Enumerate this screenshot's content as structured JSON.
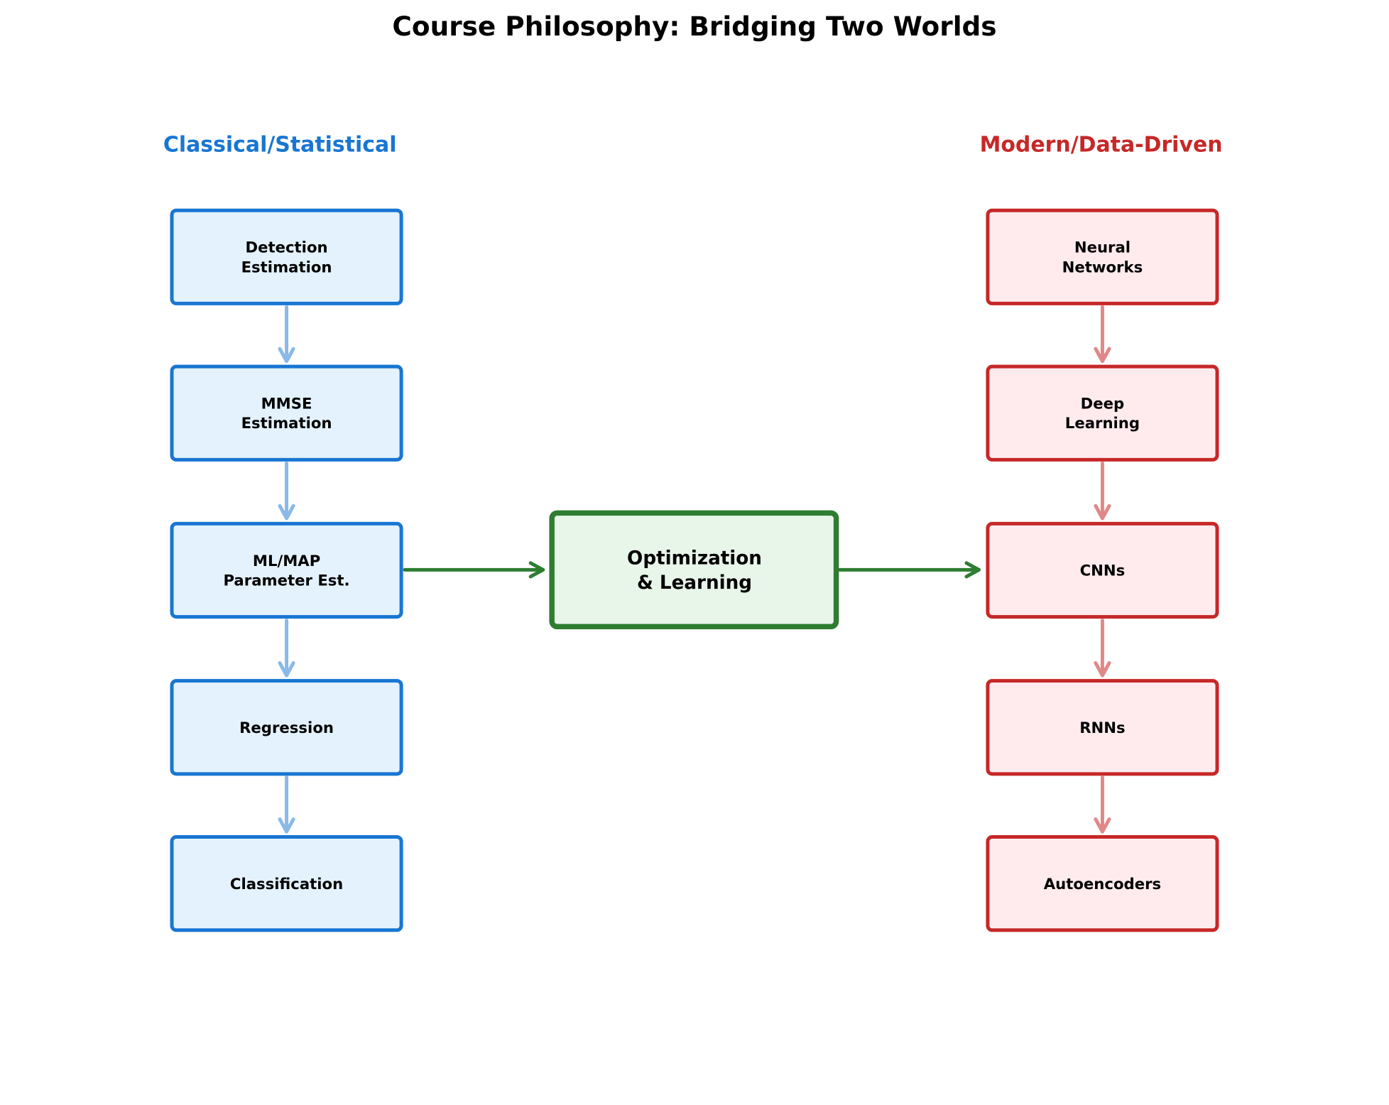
{
  "title": "Course Philosophy: Bridging Two Worlds",
  "colors": {
    "classical_stroke": "#1976D2",
    "classical_fill": "#E3F2FD",
    "classical_arrow": "#8AB9E9",
    "modern_stroke": "#C62828",
    "modern_fill": "#FFEBEE",
    "modern_arrow": "#E08888",
    "center_stroke": "#2E7D32",
    "center_fill": "#E8F5E9"
  },
  "classical": {
    "heading": "Classical/Statistical",
    "items": [
      [
        "Detection",
        "Estimation"
      ],
      [
        "MMSE",
        "Estimation"
      ],
      [
        "ML/MAP",
        "Parameter Est."
      ],
      [
        "Regression"
      ],
      [
        "Classification"
      ]
    ]
  },
  "modern": {
    "heading": "Modern/Data-Driven",
    "items": [
      [
        "Neural",
        "Networks"
      ],
      [
        "Deep",
        "Learning"
      ],
      [
        "CNNs"
      ],
      [
        "RNNs"
      ],
      [
        "Autoencoders"
      ]
    ]
  },
  "center": {
    "lines": [
      "Optimization",
      "& Learning"
    ]
  }
}
